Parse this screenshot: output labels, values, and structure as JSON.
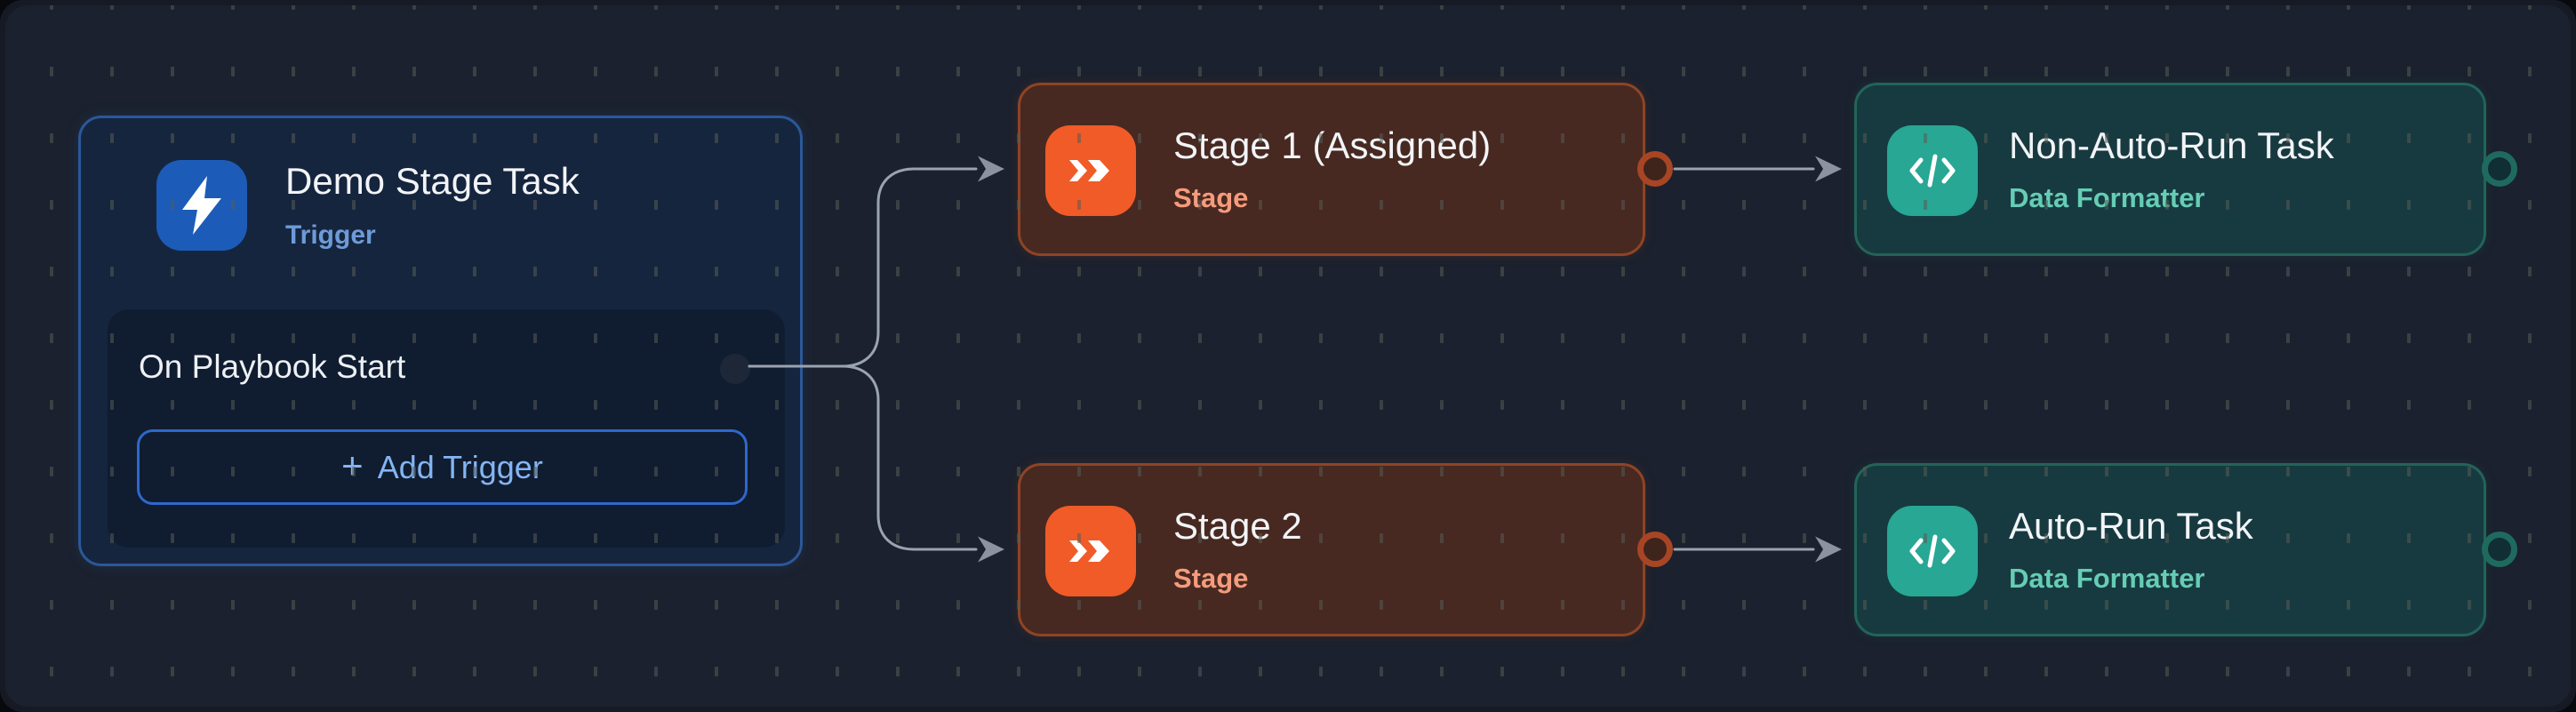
{
  "canvas": {
    "background": "#1b212e",
    "frame_background": "#161a24",
    "grid_dash_color": "#565a54",
    "edge_color": "#9aa3b0"
  },
  "palette": {
    "trigger_accent": "#1c5cb8",
    "trigger_border": "#2b5898",
    "trigger_label": "#6d9bd8",
    "stage_accent": "#f15b27",
    "stage_border": "#8f4424",
    "stage_label": "#f59b7c",
    "task_accent": "#27a794",
    "task_border": "#226459",
    "task_label": "#66cdb5",
    "title_text": "#f2f4f7",
    "button_text": "#83b5f3"
  },
  "nodes": {
    "trigger": {
      "title": "Demo Stage Task",
      "type_label": "Trigger",
      "icon": "lightning-bolt-icon",
      "event_label": "On Playbook Start",
      "add_trigger_button": {
        "plus_glyph": "+",
        "label": "Add Trigger"
      }
    },
    "stage1": {
      "title": "Stage 1 (Assigned)",
      "type_label": "Stage",
      "icon": "fast-forward-icon"
    },
    "stage2": {
      "title": "Stage 2",
      "type_label": "Stage",
      "icon": "fast-forward-icon"
    },
    "task1": {
      "title": "Non-Auto-Run Task",
      "type_label": "Data Formatter",
      "icon": "code-icon"
    },
    "task2": {
      "title": "Auto-Run Task",
      "type_label": "Data Formatter",
      "icon": "code-icon"
    }
  },
  "edges": [
    {
      "from": "trigger",
      "to": "stage1"
    },
    {
      "from": "trigger",
      "to": "stage2"
    },
    {
      "from": "stage1",
      "to": "task1"
    },
    {
      "from": "stage2",
      "to": "task2"
    }
  ]
}
